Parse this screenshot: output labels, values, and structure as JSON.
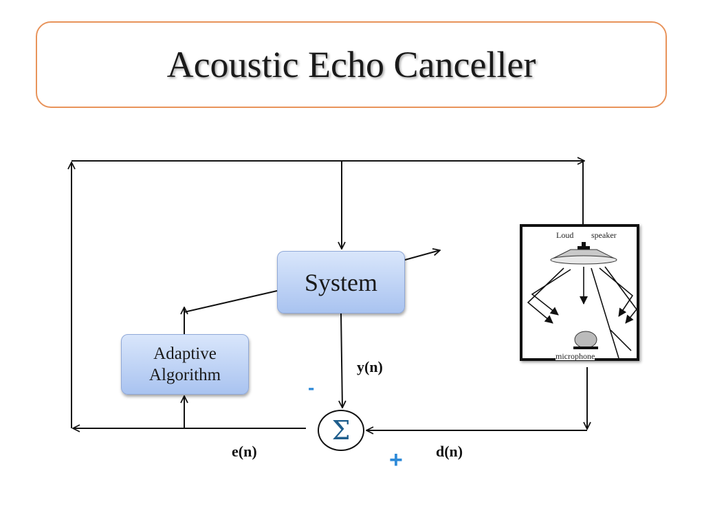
{
  "title": "Acoustic Echo Canceller",
  "blocks": {
    "system": "System",
    "adaptive_line1": "Adaptive",
    "adaptive_line2": "Algorithm"
  },
  "signals": {
    "y": "y(n)",
    "e": "e(n)",
    "d": "d(n)"
  },
  "summer": {
    "symbol": "Σ",
    "minus": "-",
    "plus": "+"
  },
  "room": {
    "loud_label": "Loud",
    "speaker_label": "speaker",
    "mic_label": "microphone"
  },
  "colors": {
    "title_border": "#e8935a",
    "block_fill": "#a9c3f0",
    "sign_color": "#2f8bd8",
    "sigma_color": "#1f5e8c"
  }
}
